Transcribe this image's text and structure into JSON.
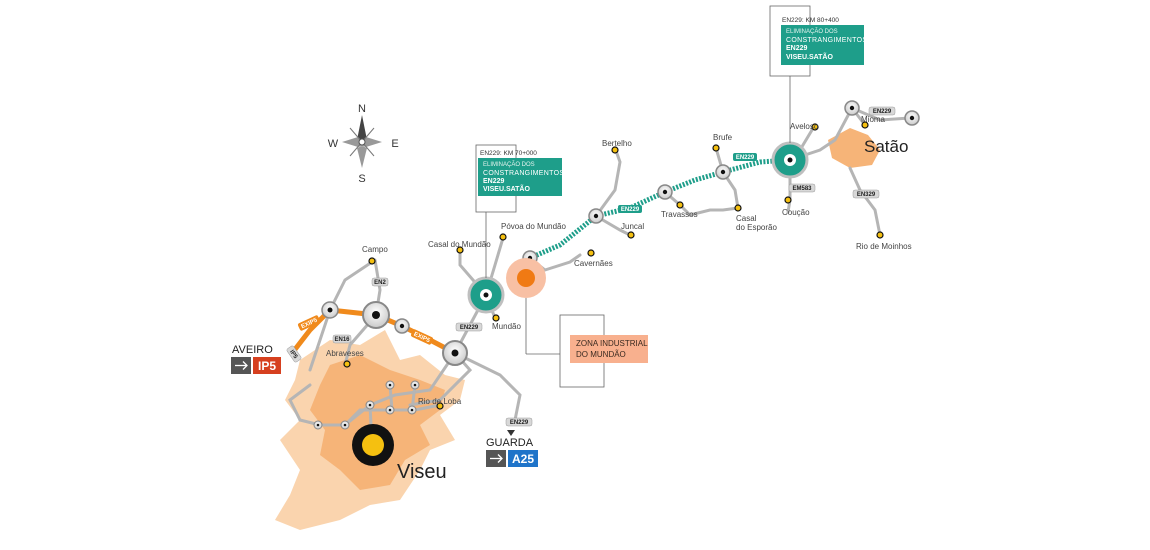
{
  "compass": {
    "n": "N",
    "s": "S",
    "e": "E",
    "w": "W"
  },
  "places": {
    "viseu": "Viseu",
    "satao": "Satão",
    "campo": "Campo",
    "abraveses": "Abraveses",
    "rio_de_loba": "Rio de Loba",
    "casal_do_mundao": "Casal do Mundão",
    "povoa_do_mundao": "Póvoa do Mundão",
    "mundao": "Mundão",
    "cavernaes": "Cavernães",
    "juncal": "Juncal",
    "bertelho": "Bertelho",
    "travassos": "Travassos",
    "casal_do_esporao_1": "Casal",
    "casal_do_esporao_2": "do Esporão",
    "brufe": "Brufe",
    "aveloso": "Aveloso",
    "mioma": "Mioma",
    "coucao": "Coução",
    "rio_de_moinhos": "Rio de Moinhos"
  },
  "road_badges": {
    "en2": "EN2",
    "en16": "EN16",
    "en229_a": "EN229",
    "en229_b": "EN229",
    "em583": "EM583",
    "en329": "EN329",
    "en229_c": "EN229",
    "ip5": "IP5"
  },
  "road_labels": {
    "exip5_a": "EXIP5",
    "exip5_b": "EXIP5",
    "en229_1": "EN229",
    "en229_2": "EN229"
  },
  "destinations": {
    "aveiro": {
      "name": "AVEIRO",
      "code": "IP5",
      "color": "#d6401f"
    },
    "guarda": {
      "name": "GUARDA",
      "code": "A25",
      "color": "#1f74c9"
    }
  },
  "sign1": {
    "km": "EN229: KM 70+000",
    "line1": "ELIMINAÇÃO DOS",
    "line2": "CONSTRANGIMENTOS",
    "line3": "EN229",
    "line4": "VISEU.SATÃO"
  },
  "sign2": {
    "km": "EN229: KM 80+400",
    "line1": "ELIMINAÇÃO DOS",
    "line2": "CONSTRANGIMENTOS",
    "line3": "EN229",
    "line4": "VISEU.SATÃO"
  },
  "zona": {
    "line1": "ZONA INDUSTRIAL",
    "line2": "DO MUNDÃO"
  },
  "colors": {
    "teal": "#1e9e8a",
    "orange": "#f08a1c",
    "urban": "#f6b478",
    "urban_light": "#fad4ae",
    "road": "#b5b5b5"
  }
}
